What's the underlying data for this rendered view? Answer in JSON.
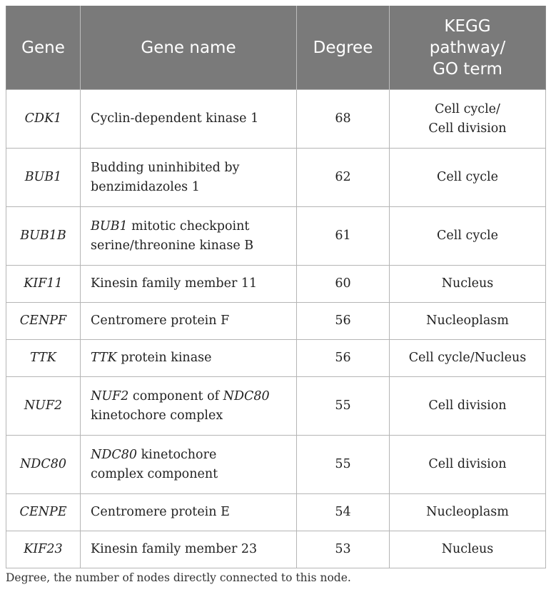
{
  "table": {
    "headers": {
      "gene": "Gene",
      "gene_name": "Gene name",
      "degree": "Degree",
      "term_line1": "KEGG",
      "term_line2": "pathway/",
      "term_line3": "GO term"
    },
    "rows": [
      {
        "gene": "CDK1",
        "name_line1": "Cyclin-dependent kinase 1",
        "degree": "68",
        "term_line1": "Cell cycle/",
        "term_line2": "Cell division"
      },
      {
        "gene": "BUB1",
        "name_line1": "Budding uninhibited by",
        "name_line2": "benzimidazoles 1",
        "degree": "62",
        "term_line1": "Cell cycle"
      },
      {
        "gene": "BUB1B",
        "name_line1_italic": "BUB1",
        "name_line1_rest": " mitotic checkpoint",
        "name_line2": "serine/threonine kinase B",
        "degree": "61",
        "term_line1": "Cell cycle"
      },
      {
        "gene": "KIF11",
        "name_line1": "Kinesin family member 11",
        "degree": "60",
        "term_line1": "Nucleus"
      },
      {
        "gene": "CENPF",
        "name_line1": "Centromere protein F",
        "degree": "56",
        "term_line1": "Nucleoplasm"
      },
      {
        "gene": "TTK",
        "name_line1_italic": "TTK",
        "name_line1_rest": " protein kinase",
        "degree": "56",
        "term_line1": "Cell cycle/Nucleus"
      },
      {
        "gene": "NUF2",
        "name_line1_italic": "NUF2",
        "name_line1_mid": " component of ",
        "name_line1_italic2": "NDC80",
        "name_line2": "kinetochore complex",
        "degree": "55",
        "term_line1": "Cell division"
      },
      {
        "gene": "NDC80",
        "name_line1_italic": "NDC80",
        "name_line1_rest": " kinetochore",
        "name_line2": "complex component",
        "degree": "55",
        "term_line1": "Cell division"
      },
      {
        "gene": "CENPE",
        "name_line1": "Centromere protein E",
        "degree": "54",
        "term_line1": "Nucleoplasm"
      },
      {
        "gene": "KIF23",
        "name_line1": "Kinesin family member 23",
        "degree": "53",
        "term_line1": "Nucleus"
      }
    ]
  },
  "footnote": "Degree, the number of nodes directly connected to this node.",
  "colors": {
    "header_background": "#7a7a7a",
    "header_text": "#ffffff",
    "grid_line": "#b5b5b5",
    "body_text": "#222222"
  }
}
